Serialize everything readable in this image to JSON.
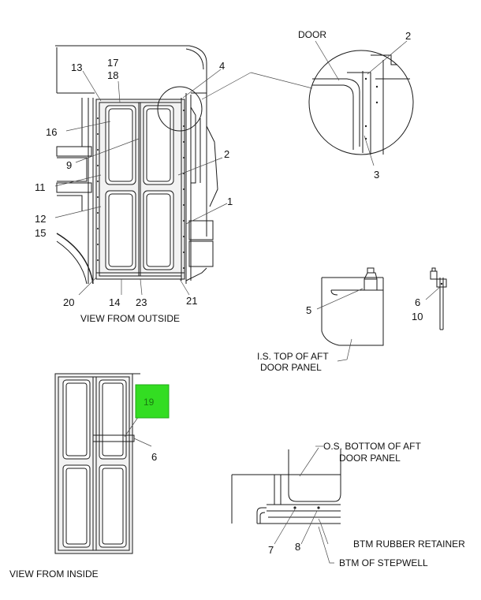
{
  "callouts": {
    "c1": "1",
    "c2": "2",
    "c2b": "2",
    "c3": "3",
    "c4": "4",
    "c5": "5",
    "c6": "6",
    "c6b": "6",
    "c7": "7",
    "c8": "8",
    "c9": "9",
    "c10": "10",
    "c11": "11",
    "c12": "12",
    "c13": "13",
    "c14": "14",
    "c15": "15",
    "c16": "16",
    "c17": "17",
    "c18": "18",
    "c19": "19",
    "c20": "20",
    "c21": "21",
    "c23": "23"
  },
  "labels": {
    "door": "DOOR",
    "view_outside": "VIEW FROM OUTSIDE",
    "view_inside": "VIEW FROM INSIDE",
    "top_aft_1": "I.S. TOP OF AFT",
    "top_aft_2": "DOOR PANEL",
    "bottom_aft_1": "O.S. BOTTOM OF AFT",
    "bottom_aft_2": "DOOR PANEL",
    "rubber_retainer": "BTM RUBBER RETAINER",
    "stepwell": "BTM OF STEPWELL"
  },
  "highlight": {
    "color": "#33dd22",
    "text_color": "#1a7a10"
  }
}
